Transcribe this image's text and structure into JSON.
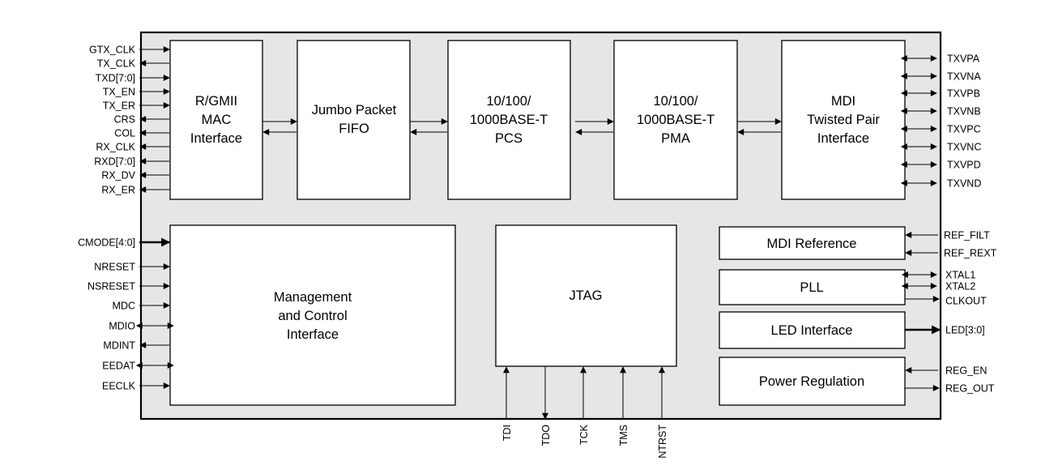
{
  "blocks": {
    "mac": [
      "R/GMII",
      "MAC",
      "Interface"
    ],
    "fifo": [
      "Jumbo Packet",
      "FIFO"
    ],
    "pcs": [
      "10/100/",
      "1000BASE-T",
      "PCS"
    ],
    "pma": [
      "10/100/",
      "1000BASE-T",
      "PMA"
    ],
    "mdi": [
      "MDI",
      "Twisted Pair",
      "Interface"
    ],
    "mgmt": [
      "Management",
      "and Control",
      "Interface"
    ],
    "jtag": [
      "JTAG"
    ],
    "mdiref": [
      "MDI Reference"
    ],
    "pll": [
      "PLL"
    ],
    "led": [
      "LED Interface"
    ],
    "power": [
      "Power Regulation"
    ]
  },
  "pins": {
    "mac_left": [
      "GTX_CLK",
      "TX_CLK",
      "TXD[7:0]",
      "TX_EN",
      "TX_ER",
      "CRS",
      "COL",
      "RX_CLK",
      "RXD[7:0]",
      "RX_DV",
      "RX_ER"
    ],
    "mgmt_left": [
      "CMODE[4:0]",
      "NRESET",
      "NSRESET",
      "MDC",
      "MDIO",
      "MDINT",
      "EEDAT",
      "EECLK"
    ],
    "mdi_right": [
      "TXVPA",
      "TXVNA",
      "TXVPB",
      "TXVNB",
      "TXVPC",
      "TXVNC",
      "TXVPD",
      "TXVND"
    ],
    "ref_right": [
      "REF_FILT",
      "REF_REXT"
    ],
    "pll_right": [
      "XTAL1",
      "XTAL2",
      "CLKOUT"
    ],
    "led_right": [
      "LED[3:0]"
    ],
    "power_right": [
      "REG_EN",
      "REG_OUT"
    ],
    "jtag_bottom": [
      "TDI",
      "TDO",
      "TCK",
      "TMS",
      "NTRST"
    ]
  }
}
